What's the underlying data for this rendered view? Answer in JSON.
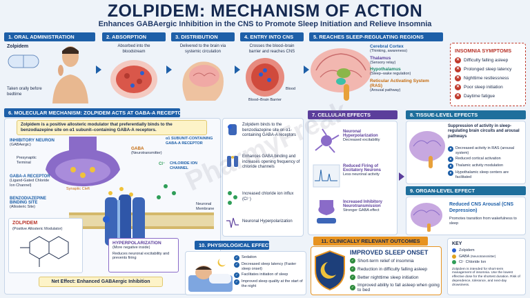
{
  "title": "ZOLPIDEM: MECHANISM OF ACTION",
  "subtitle": "Enhances GABAergic Inhibition in the CNS to Promote Sleep Initiation and Relieve Insomnia",
  "steps": [
    {
      "header": "1. ORAL ADMINISTRATION",
      "label": "Zolpidem",
      "text": "Taken orally before bedtime"
    },
    {
      "header": "2. ABSORPTION",
      "text": "Absorbed into the bloodstream"
    },
    {
      "header": "3. DISTRIBUTION",
      "text": "Delivered to the brain via systemic circulation"
    },
    {
      "header": "4. ENTRY INTO CNS",
      "text": "Crosses the blood–brain barrier and reaches CNS",
      "blood": "Blood",
      "bbb": "Blood–Brain Barrier"
    },
    {
      "header": "5. REACHES SLEEP-REGULATING REGIONS"
    }
  ],
  "regions": [
    {
      "name": "Cerebral Cortex",
      "desc": "(Thinking, awareness)"
    },
    {
      "name": "Thalamus",
      "desc": "(Sensory relay)"
    },
    {
      "name": "Hypothalamus",
      "desc": "(Sleep–wake regulation)"
    },
    {
      "name": "Reticular Activating System (RAS)",
      "desc": "(Arousal pathway)"
    }
  ],
  "insomnia": {
    "title": "INSOMNIA SYMPTOMS",
    "items": [
      "Difficulty falling asleep",
      "Prolonged sleep latency",
      "Nighttime restlessness",
      "Poor sleep initiation",
      "Daytime fatigue"
    ]
  },
  "molecular": {
    "header": "6. MOLECULAR MECHANISM: ZOLPIDEM ACTS AT GABA-A RECEPTORS",
    "intro": "Zolpidem is a positive allosteric modulator that preferentially binds to the benzodiazepine site on α1 subunit–containing GABA-A receptors.",
    "inhibitory_neuron": "INHIBITORY NEURON",
    "inhibitory_neuron_sub": "(GABAergic)",
    "presynaptic": "Presynaptic Terminal",
    "gaba": "GABA",
    "gaba_sub": "(Neurotransmitter)",
    "alpha1": "α1 SUBUNIT-CONTAINING GABA-A RECEPTOR",
    "chloride": "CHLORIDE ION CHANNEL",
    "cl": "Cl⁻",
    "synaptic_cleft": "Synaptic Cleft",
    "gaba_a_receptor": "GABA-A RECEPTOR",
    "gaba_a_receptor_sub": "(Ligand-Gated Chloride Ion Channel)",
    "bz_site": "BENZODIAZEPINE BINDING SITE",
    "bz_site_sub": "(Allosteric Site)",
    "zolpidem": "ZOLPIDEM",
    "zolpidem_sub": "(Positive Allosteric Modulator)",
    "neuronal_membrane": "Neuronal Membrane",
    "hyperpolarization": "HYPERPOLARIZATION",
    "hyperpolarization_sub": "(More negative inside)",
    "hyperpolarization_text": "Reduces neuronal excitability and prevents firing",
    "net_effect": "Net Effect: Enhanced GABAergic Inhibition"
  },
  "sequence": [
    "Zolpidem binds to the benzodiazepine site on α1-containing GABA-A receptors",
    "Enhances GABA binding and increases opening frequency of chloride channels",
    "Increased chloride ion influx (Cl⁻)",
    "Neuronal Hyperpolarization"
  ],
  "cellular": {
    "header": "7. CELLULAR EFFECTS",
    "items": [
      {
        "title": "Neuronal Hyperpolarization",
        "desc": "Decreased excitability"
      },
      {
        "title": "Reduced Firing of Excitatory Neurons",
        "desc": "Less neuronal activity"
      },
      {
        "title": "Increased Inhibitory Neurotransmission",
        "desc": "Stronger GABA effect"
      }
    ]
  },
  "tissue": {
    "header": "8. TISSUE-LEVEL EFFECTS",
    "lead": "Suppression of activity in sleep-regulating brain circuits and arousal pathways",
    "items": [
      "Decreased activity in RAS (arousal system)",
      "Reduced cortical activation",
      "Thalamic activity modulation",
      "Hypothalamic sleep centers are facilitated"
    ]
  },
  "organ": {
    "header": "9. ORGAN-LEVEL EFFECT",
    "title": "Reduced CNS Arousal (CNS Depression)",
    "desc": "Promotes transition from wakefulness to sleep"
  },
  "physiological": {
    "header": "10. PHYSIOLOGICAL EFFECTS",
    "items": [
      "Sedation",
      "Decreased sleep latency (Faster sleep onset)",
      "Facilitates initiation of sleep",
      "Improved sleep quality at the start of the night"
    ]
  },
  "outcomes": {
    "header": "11. CLINICALLY RELEVANT OUTCOMES",
    "title": "IMPROVED SLEEP ONSET",
    "items": [
      "Short-term relief of insomnia",
      "Reduction in difficulty falling asleep",
      "Better nighttime sleep initiation",
      "Improved ability to fall asleep when going to bed"
    ]
  },
  "key": {
    "title": "KEY",
    "items": [
      {
        "label": "Zolpidem",
        "color": "#2a5fd0"
      },
      {
        "label": "GABA",
        "sub": "(Neurotransmitter)",
        "color": "#e0a21e"
      },
      {
        "label": "Cl⁻ Chloride Ion",
        "color": "#2f9e58"
      }
    ],
    "note": "Zolpidem is intended for short-term management of insomnia. Use the lowest effective dose for the shortest duration. Risk of dependence, tolerance, and next-day drowsiness."
  },
  "watermark": "PharmyFreak"
}
